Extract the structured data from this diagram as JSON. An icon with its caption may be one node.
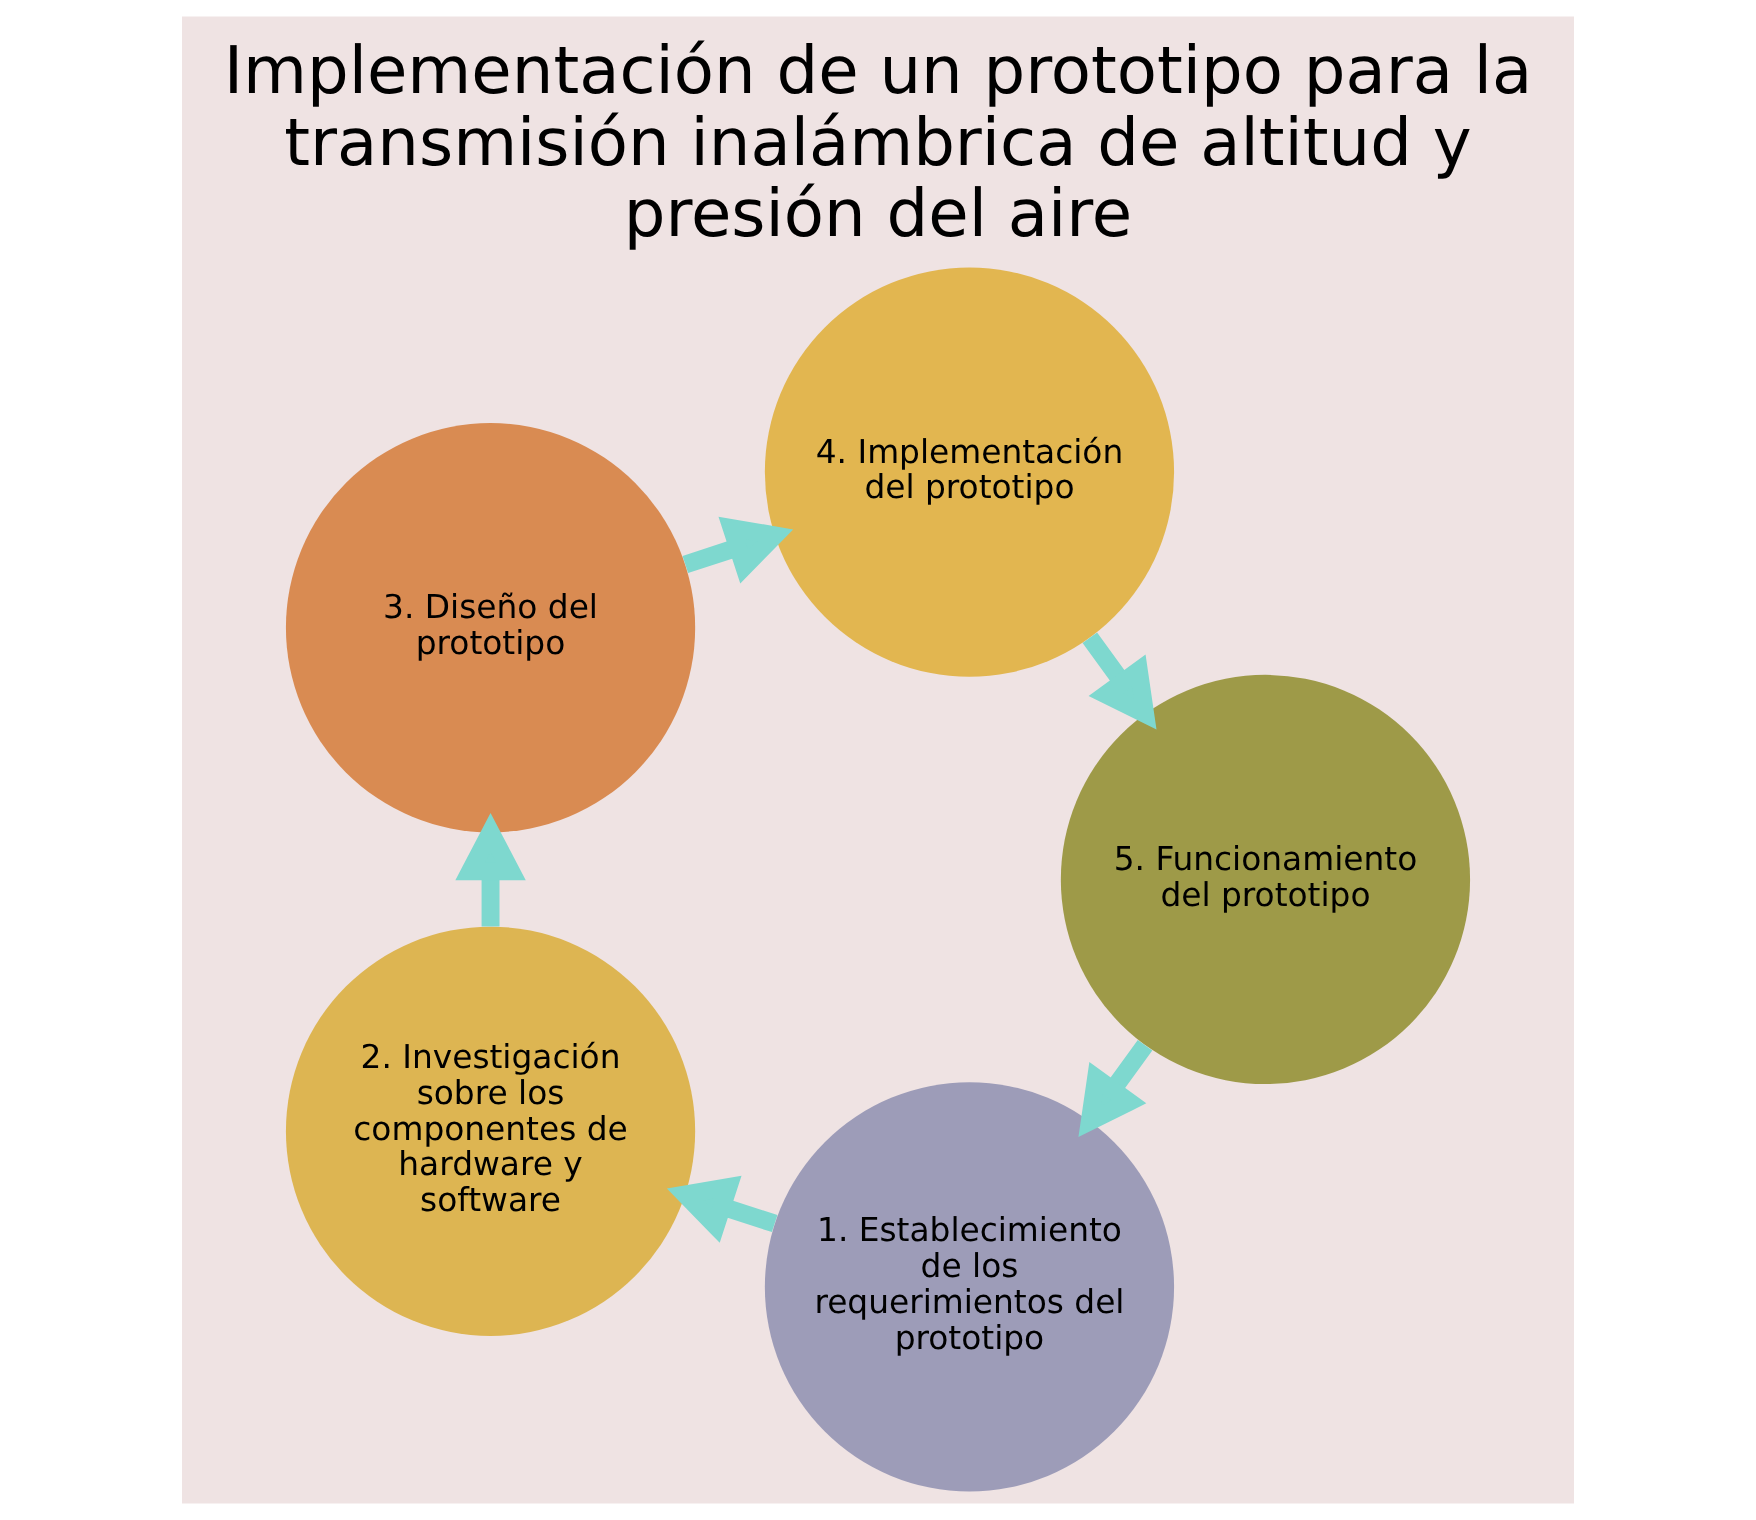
{
  "diagram": {
    "title": "Implementación de un prototipo para la transmisión inalámbrica de altitud y presión del aire",
    "nodes": [
      {
        "text": [
          "1. Establecimiento de los requerimientos del prototipo"
        ]
      },
      {
        "text": [
          "2. Investigación sobre los componentes de hardware y software"
        ]
      },
      {
        "text": [
          "3. Diseño del prototipo"
        ]
      },
      {
        "text": [
          "4. Implementación del prototipo"
        ]
      },
      {
        "text": [
          "5. Funcionamiento del prototipo"
        ]
      }
    ],
    "edges": [
      {
        "from": 0,
        "to": 1,
        "arrow": "to"
      },
      {
        "from": 1,
        "to": 2,
        "arrow": "to"
      },
      {
        "from": 2,
        "to": 3,
        "arrow": "to"
      },
      {
        "from": 3,
        "to": 4,
        "arrow": "to"
      },
      {
        "from": 4,
        "to": 0,
        "arrow": "to"
      }
    ]
  }
}
